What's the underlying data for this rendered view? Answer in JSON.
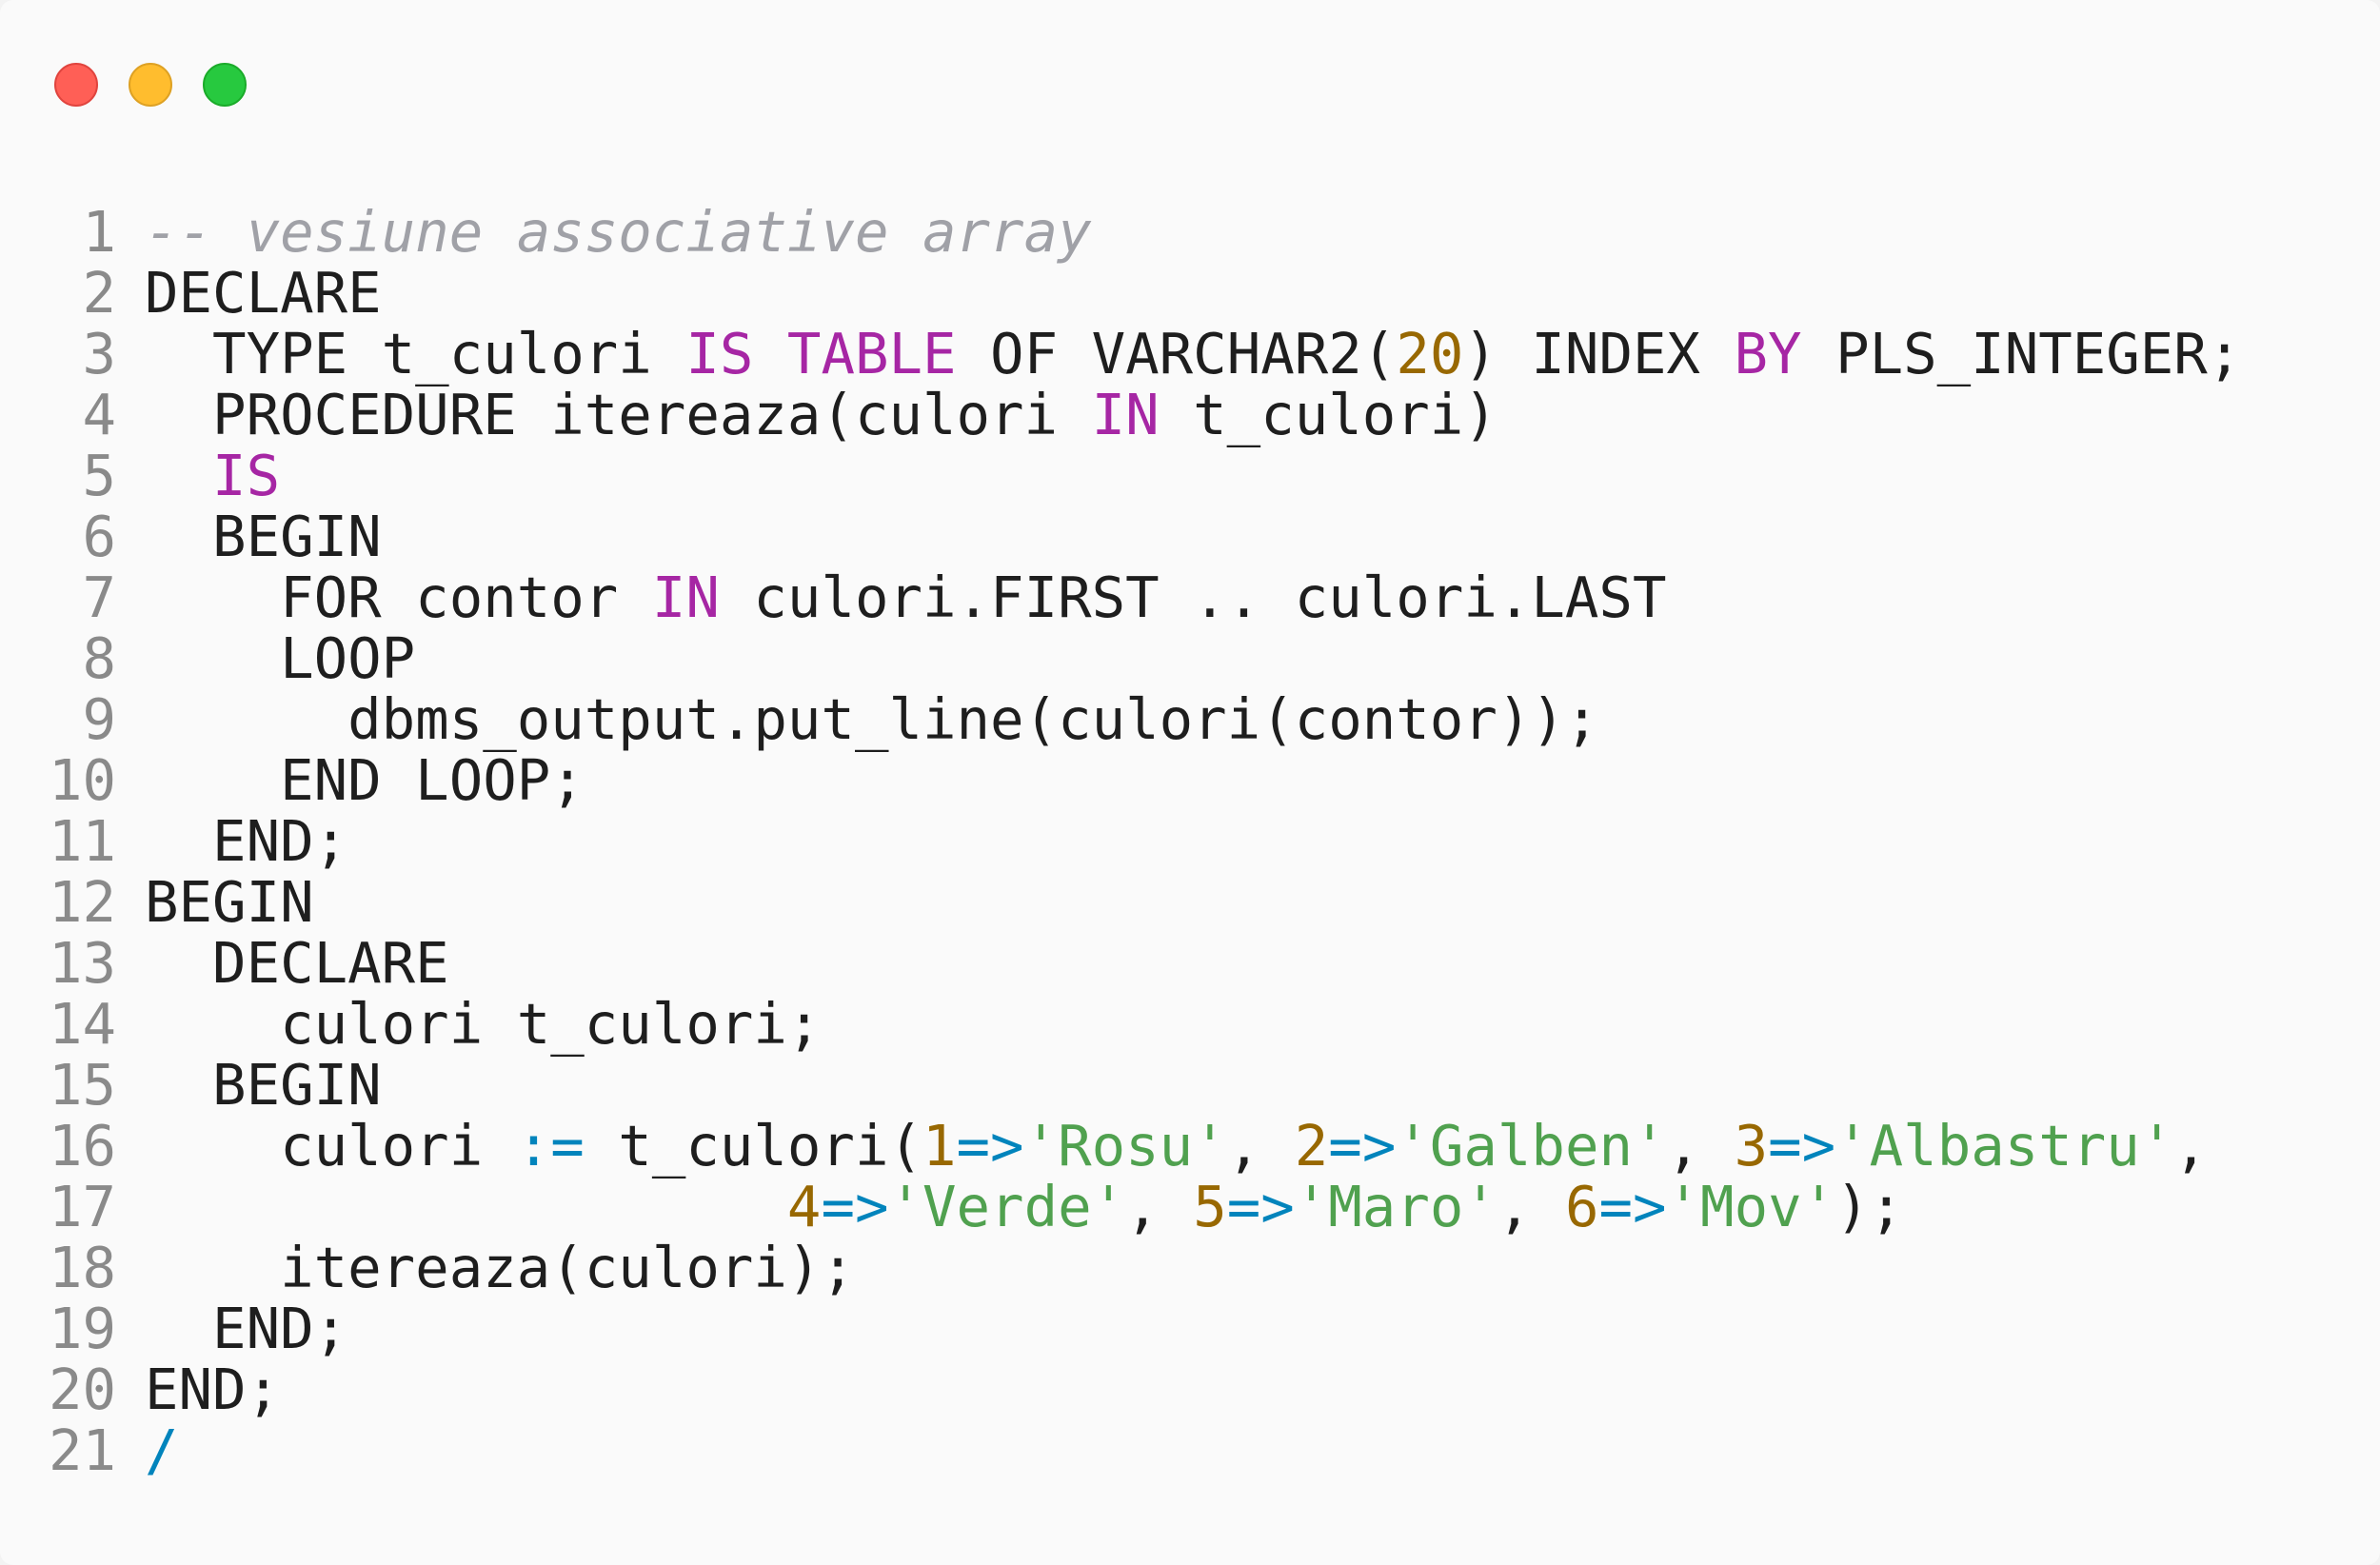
{
  "window": {
    "controls": [
      "close",
      "minimize",
      "maximize"
    ]
  },
  "editor": {
    "line_numbers": [
      "1",
      "2",
      "3",
      "4",
      "5",
      "6",
      "7",
      "8",
      "9",
      "10",
      "11",
      "12",
      "13",
      "14",
      "15",
      "16",
      "17",
      "18",
      "19",
      "20",
      "21"
    ],
    "lines": [
      [
        {
          "t": "-- vesiune associative array",
          "c": "cm"
        }
      ],
      [
        {
          "t": "DECLARE",
          "c": ""
        }
      ],
      [
        {
          "t": "  TYPE t_culori ",
          "c": ""
        },
        {
          "t": "IS",
          "c": "kw"
        },
        {
          "t": " ",
          "c": ""
        },
        {
          "t": "TABLE",
          "c": "kw"
        },
        {
          "t": " OF VARCHAR2(",
          "c": ""
        },
        {
          "t": "20",
          "c": "num"
        },
        {
          "t": ") INDEX ",
          "c": ""
        },
        {
          "t": "BY",
          "c": "kw"
        },
        {
          "t": " PLS_INTEGER;",
          "c": ""
        }
      ],
      [
        {
          "t": "  PROCEDURE itereaza(culori ",
          "c": ""
        },
        {
          "t": "IN",
          "c": "kw"
        },
        {
          "t": " t_culori)",
          "c": ""
        }
      ],
      [
        {
          "t": "  ",
          "c": ""
        },
        {
          "t": "IS",
          "c": "kw"
        }
      ],
      [
        {
          "t": "  BEGIN",
          "c": ""
        }
      ],
      [
        {
          "t": "    FOR contor ",
          "c": ""
        },
        {
          "t": "IN",
          "c": "kw"
        },
        {
          "t": " culori.FIRST .. culori.LAST",
          "c": ""
        }
      ],
      [
        {
          "t": "    LOOP",
          "c": ""
        }
      ],
      [
        {
          "t": "      dbms_output.put_line(culori(contor));",
          "c": ""
        }
      ],
      [
        {
          "t": "    END LOOP;",
          "c": ""
        }
      ],
      [
        {
          "t": "  END;",
          "c": ""
        }
      ],
      [
        {
          "t": "BEGIN",
          "c": ""
        }
      ],
      [
        {
          "t": "  DECLARE",
          "c": ""
        }
      ],
      [
        {
          "t": "    culori t_culori;",
          "c": ""
        }
      ],
      [
        {
          "t": "  BEGIN",
          "c": ""
        }
      ],
      [
        {
          "t": "    culori ",
          "c": ""
        },
        {
          "t": ":=",
          "c": "op"
        },
        {
          "t": " t_culori(",
          "c": ""
        },
        {
          "t": "1",
          "c": "num"
        },
        {
          "t": "=>",
          "c": "op"
        },
        {
          "t": "'Rosu'",
          "c": "str"
        },
        {
          "t": ", ",
          "c": ""
        },
        {
          "t": "2",
          "c": "num"
        },
        {
          "t": "=>",
          "c": "op"
        },
        {
          "t": "'Galben'",
          "c": "str"
        },
        {
          "t": ", ",
          "c": ""
        },
        {
          "t": "3",
          "c": "num"
        },
        {
          "t": "=>",
          "c": "op"
        },
        {
          "t": "'Albastru'",
          "c": "str"
        },
        {
          "t": ",",
          "c": ""
        }
      ],
      [
        {
          "t": "                   ",
          "c": ""
        },
        {
          "t": "4",
          "c": "num"
        },
        {
          "t": "=>",
          "c": "op"
        },
        {
          "t": "'Verde'",
          "c": "str"
        },
        {
          "t": ", ",
          "c": ""
        },
        {
          "t": "5",
          "c": "num"
        },
        {
          "t": "=>",
          "c": "op"
        },
        {
          "t": "'Maro'",
          "c": "str"
        },
        {
          "t": ", ",
          "c": ""
        },
        {
          "t": "6",
          "c": "num"
        },
        {
          "t": "=>",
          "c": "op"
        },
        {
          "t": "'Mov'",
          "c": "str"
        },
        {
          "t": ");",
          "c": ""
        }
      ],
      [
        {
          "t": "    itereaza(culori);",
          "c": ""
        }
      ],
      [
        {
          "t": "  END;",
          "c": ""
        }
      ],
      [
        {
          "t": "END;",
          "c": ""
        }
      ],
      [
        {
          "t": "/",
          "c": "op"
        }
      ]
    ]
  },
  "colors": {
    "keyword": "#a626a4",
    "number": "#986801",
    "operator": "#0184bc",
    "string": "#50a14f",
    "comment": "#a0a1a7",
    "text": "#1e1e1e",
    "line_number": "#8a8a8a"
  }
}
